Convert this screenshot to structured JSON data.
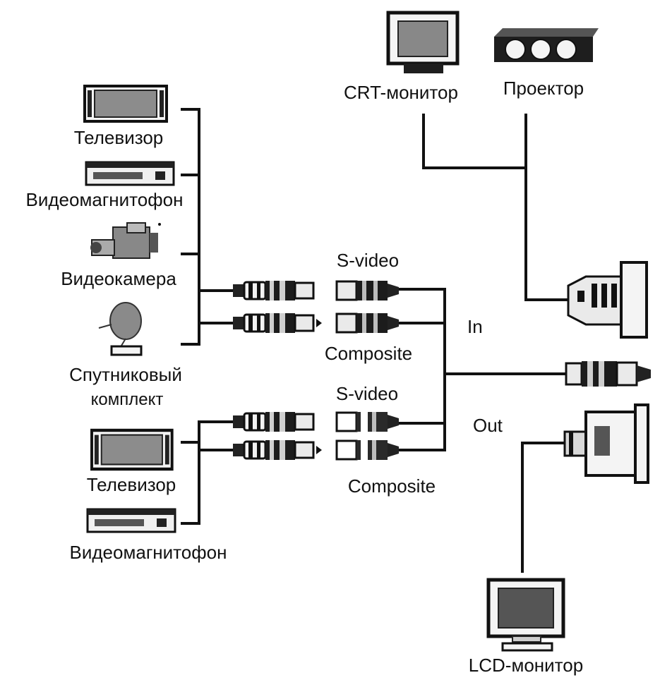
{
  "labels": {
    "crt_monitor": "CRT-монитор",
    "projector": "Проектор",
    "tv_in": "Телевизор",
    "vcr_in": "Видеомагнитофон",
    "camcorder": "Видеокамера",
    "satellite_line1": "Спутниковый",
    "satellite_line2": "комплект",
    "svideo_in": "S-video",
    "composite_in": "Composite",
    "in": "In",
    "svideo_out": "S-video",
    "out": "Out",
    "tv_out": "Телевизор",
    "composite_out": "Composite",
    "vcr_out": "Видеомагнитофон",
    "lcd_monitor": "LCD-монитор"
  },
  "colors": {
    "line": "#111111",
    "device_dark": "#1e1e1e",
    "device_screen": "#8a8a8a",
    "device_light": "#d8d8d8"
  }
}
